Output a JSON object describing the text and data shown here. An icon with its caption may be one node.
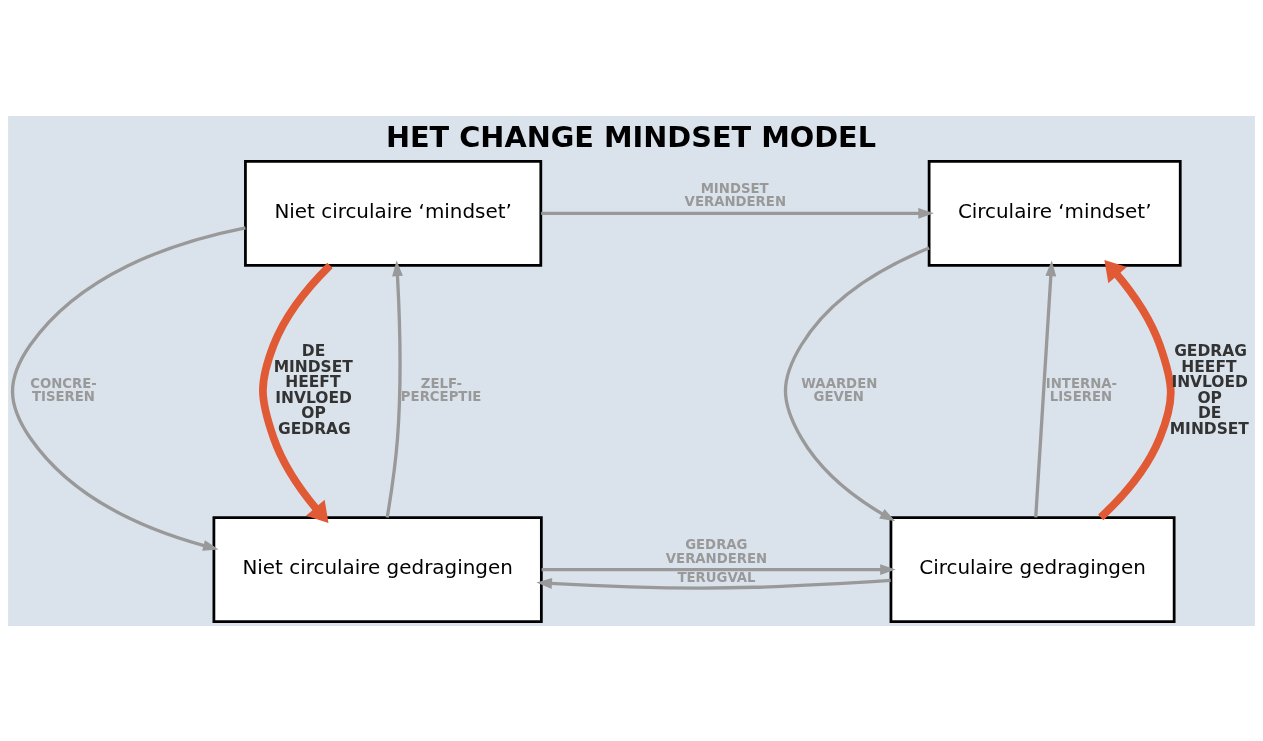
{
  "diagram": {
    "title": "HET CHANGE MINDSET MODEL",
    "nodes": [
      {
        "text": [
          "Niet circulaire ‘mindset’"
        ]
      },
      {
        "text": [
          "Circulaire ‘mindset’"
        ]
      },
      {
        "text": [
          "Niet circulaire gedragingen"
        ]
      },
      {
        "text": [
          "Circulaire gedragingen"
        ]
      }
    ],
    "edges": [
      {
        "from": 0,
        "to": 1,
        "arrow": "to",
        "label": "MINDSET VERANDEREN"
      },
      {
        "from": 0,
        "to": 2,
        "arrow": "to",
        "label": "CONCRE- TISEREN"
      },
      {
        "from": 2,
        "to": 0,
        "arrow": "to",
        "label": "ZELF- PERCEPTIE"
      },
      {
        "from": 1,
        "to": 3,
        "arrow": "to",
        "label": "WAARDEN GEVEN"
      },
      {
        "from": 3,
        "to": 1,
        "arrow": "to",
        "label": "INTERNA- LISEREN"
      },
      {
        "from": 3,
        "to": 2,
        "arrow": "to",
        "label": "TERUGVAL"
      },
      {
        "from": 2,
        "to": 3,
        "arrow": "to",
        "label": "GEDRAG VERANDEREN"
      },
      {
        "from": 0,
        "to": 2,
        "arrow": "to",
        "label": "DE MINDSET HEEFT INVLOED OP GEDRAG",
        "style": "thick",
        "color": "#e05a35"
      },
      {
        "from": 3,
        "to": 1,
        "arrow": "to",
        "label": "GEDRAG HEEFT INVLOED OP DE MINDSET",
        "style": "thick",
        "color": "#e05a35"
      }
    ]
  }
}
